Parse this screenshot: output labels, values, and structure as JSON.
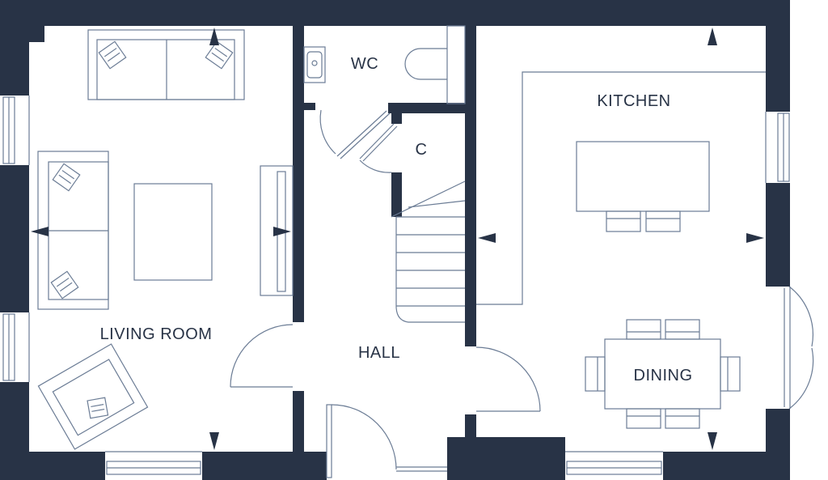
{
  "floorplan": {
    "rooms": {
      "living_room": "LIVING ROOM",
      "wc": "WC",
      "cupboard": "C",
      "hall": "HALL",
      "kitchen": "KITCHEN",
      "dining": "DINING"
    }
  },
  "colors": {
    "wall": "#283346",
    "line": "#6b7c95",
    "text": "#283346",
    "background": "#ffffff"
  },
  "icons": [
    "sofa-icon",
    "armchair-icon",
    "toilet-icon",
    "basin-icon",
    "table-icon",
    "chair-icon",
    "window-icon",
    "door-icon",
    "stairs-icon",
    "measurement-arrow-icon"
  ]
}
